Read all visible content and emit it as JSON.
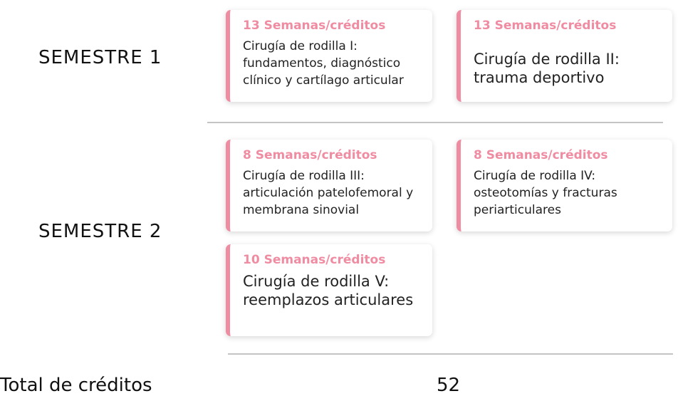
{
  "semesters": [
    {
      "label": "SEMESTRE 1",
      "courses": [
        {
          "weeks": "13 Semanas/créditos",
          "title": "Cirugía de rodilla I: fundamentos, diagnóstico clínico y cartílago articular"
        },
        {
          "weeks": "13 Semanas/créditos",
          "title": "Cirugía de rodilla II: trauma deportivo"
        }
      ]
    },
    {
      "label": "SEMESTRE 2",
      "courses": [
        {
          "weeks": "8 Semanas/créditos",
          "title": "Cirugía de rodilla III: articulación patelofemoral y membrana sinovial"
        },
        {
          "weeks": "8 Semanas/créditos",
          "title": "Cirugía de rodilla IV: osteotomías y fracturas periarticulares"
        },
        {
          "weeks": "10 Semanas/créditos",
          "title": "Cirugía de rodilla V: reemplazos articulares"
        }
      ]
    }
  ],
  "total": {
    "label": "Total de créditos",
    "value": "52"
  },
  "colors": {
    "accent": "#f08ca2",
    "divider": "#c4c4c4",
    "text": "#1e1e1e"
  }
}
